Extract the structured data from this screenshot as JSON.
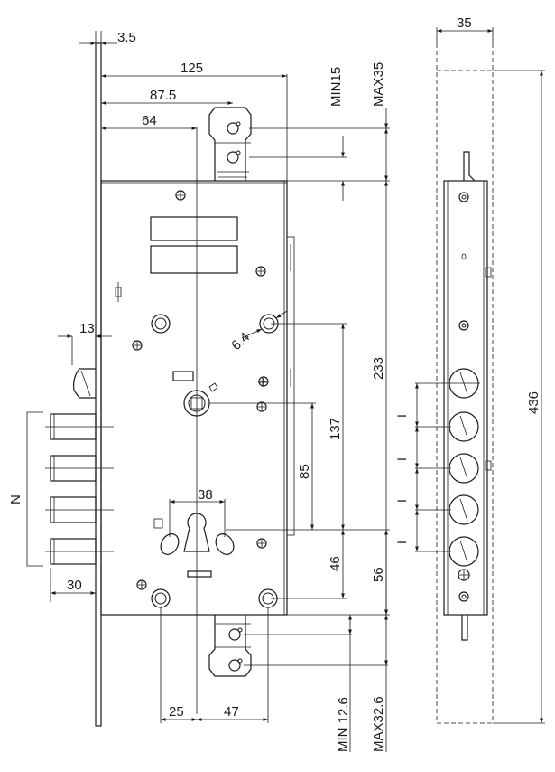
{
  "drawing": {
    "front_view": {
      "dim_faceplate_thickness": "3.5",
      "dim_width_total": "125",
      "dim_width_mid": "87.5",
      "dim_backset": "64",
      "dim_keeper_min": "MIN15",
      "dim_keeper_max": "MAX35",
      "dim_height_body": "233",
      "dim_bolt_throw": "13",
      "dim_hole_diameter": "6.4",
      "dim_spindle_to_cylinder": "137",
      "dim_follower_to_cylinder": "85",
      "dim_cylinder_width": "38",
      "dim_cylinder_to_hole": "46",
      "dim_cylinder_to_bottom": "56",
      "dim_bolt_projection": "30",
      "dim_bolt_group": "N",
      "dim_lower_left": "25",
      "dim_lower_right": "47",
      "dim_bottom_min": "MIN 12.6",
      "dim_bottom_max": "MAX32.6"
    },
    "side_view": {
      "dim_thickness": "35",
      "dim_height_total": "436",
      "dim_spacing_label": "I"
    }
  }
}
